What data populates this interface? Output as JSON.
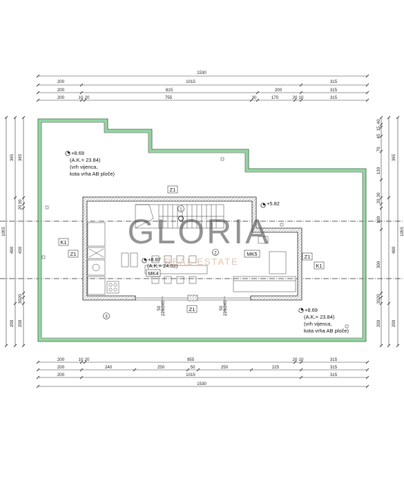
{
  "top_dimensions": {
    "row1": [
      "1530"
    ],
    "row2": [
      "200",
      "1015",
      "315"
    ],
    "row3": [
      "200",
      "815",
      "200",
      "315"
    ],
    "row4": [
      "200",
      "10",
      "20",
      "755",
      "30",
      "170",
      "20",
      "10",
      "315"
    ]
  },
  "bottom_dimensions": {
    "row1": [
      "200",
      "10",
      "20",
      "955",
      "20",
      "10",
      "315"
    ],
    "row2": [
      "200",
      "240",
      "250",
      "50",
      "250",
      "225",
      "315"
    ],
    "row3": [
      "200",
      "1015",
      "315"
    ],
    "row4": [
      "1530"
    ]
  },
  "left_dimensions": {
    "overall": "1055",
    "outer": [
      "365",
      "490",
      "200"
    ],
    "inner": [
      "365",
      "30",
      "20",
      "430",
      "20",
      "30",
      "200"
    ]
  },
  "right_dimensions": {
    "overall": "1055",
    "outer": [
      "365",
      "490",
      "200"
    ],
    "inner": [
      "40",
      "15",
      "45",
      "70",
      "130",
      "30",
      "20",
      "100",
      "300",
      "20",
      "30",
      "200"
    ]
  },
  "levels": {
    "roof_left": {
      "value": "+8.69",
      "ak": "(A.K.= 23.84)",
      "note1": "(vrh vijenca,",
      "note2": "kota vrha AB ploče)"
    },
    "roof_right": {
      "value": "+8.69",
      "ak": "(A.K.= 23.84)",
      "note1": "(vrh vijenca,",
      "note2": "kota vrha AB ploče)"
    },
    "interior": {
      "value": "+8.87",
      "ak": "(A.K.= 24.02)"
    },
    "stair": {
      "value": "+5.82"
    }
  },
  "labels": {
    "z1_top": "Z1",
    "z1_left": "Z1",
    "z1_right": "Z1",
    "z1_bottom": "Z1",
    "k1_left": "K1",
    "k1_right": "K1",
    "mk4": "MK4",
    "mk5": "MK5",
    "room1": "1",
    "room2": "2",
    "room3": "3",
    "sill_left": "50",
    "sill_left_h": "220/245",
    "sill_right": "50",
    "sill_right_h": "220/245"
  },
  "watermark": {
    "brand": "GLORIA",
    "sub": "REAL ESTATE"
  },
  "colors": {
    "terrace_outline": "#7fd08f",
    "watermark": "#555555",
    "watermark_sub": "#e3b9a3"
  }
}
